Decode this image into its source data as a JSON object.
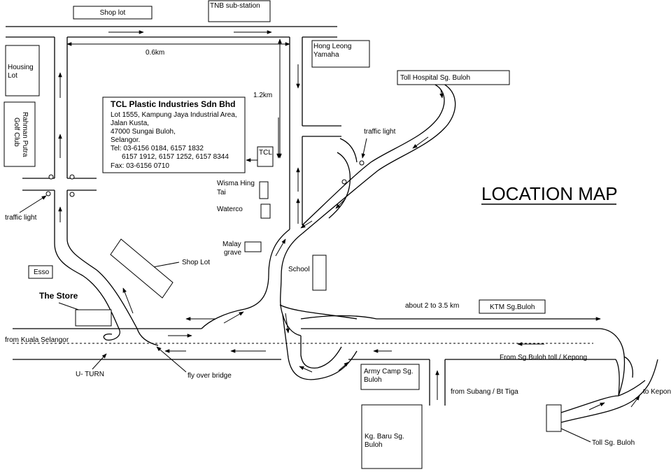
{
  "title": "LOCATION MAP",
  "company": {
    "name": "TCL Plastic Industries Sdn Bhd",
    "lines": [
      "Lot 1555, Kampung Jaya Industrial Area,",
      "Jalan Kusta,",
      "47000 Sungai Buloh,",
      "Selangor.",
      "Tel: 03-6156 0184, 6157 1832",
      "6157 1912, 6157 1252, 6157 8344",
      "Fax: 03-6156 0710"
    ]
  },
  "places": {
    "shop_lot_top": "Shop lot",
    "tnb": "TNB sub-station",
    "hong_leong_1": "Hong Leong",
    "hong_leong_2": "Yamaha",
    "housing_1": "Housing",
    "housing_2": "Lot",
    "golf_1": "Rahman Putra",
    "golf_2": "Golf Club",
    "toll_hospital": "Toll Hospital Sg. Buloh",
    "tcl": "TCL",
    "wisma_1": "Wisma Hing",
    "wisma_2": "Tai",
    "waterco": "Waterco",
    "malay_1": "Malay",
    "malay_2": "grave",
    "shop_lot_mid": "Shop Lot",
    "esso": "Esso",
    "the_store": "The Store",
    "school": "School",
    "ktm": "KTM Sg.Buloh",
    "army_1": "Army Camp Sg.",
    "army_2": "Buloh",
    "kg_1": "Kg. Baru Sg.",
    "kg_2": "Buloh"
  },
  "labels": {
    "dist_h": "0.6km",
    "dist_v": "1.2km",
    "traffic_light_1": "traffic light",
    "traffic_light_2": "traffic light",
    "about": "about 2 to 3.5 km",
    "from_kuala": "from Kuala Selangor",
    "uturn": "U- TURN",
    "flyover": "fly over bridge",
    "from_sg": "From Sg.Buloh toll / Kepong",
    "from_subang": "from Subang / Bt Tiga",
    "to_kepong": "to Kepong",
    "toll_sg": "Toll Sg. Buloh"
  }
}
